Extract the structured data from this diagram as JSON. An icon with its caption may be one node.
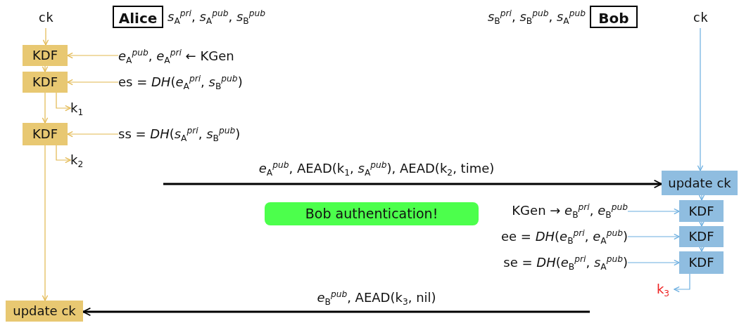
{
  "diagram": {
    "nodes": [
      {
        "text": [
          "ck"
        ]
      },
      {
        "text": [
          "Alice"
        ],
        "beside": [
          "*s*$_{A}$$^{pri}$, *s*$_{A}$$^{pub}$, *s*$_{B}$$^{pub}$"
        ]
      },
      {
        "text": [
          "KDF"
        ]
      },
      {
        "text": [
          "KDF"
        ]
      },
      {
        "text": [
          "KDF"
        ]
      },
      {
        "text": [
          "update ck"
        ]
      },
      {
        "text": [
          "*e*$_{A}$$^{pub}$, *e*$_{A}$$^{pri}$ ← KGen"
        ]
      },
      {
        "text": [
          "es = *DH*(*e*$_{A}$$^{pri}$, *s*$_{B}$$^{pub}$)"
        ]
      },
      {
        "text": [
          "k$_{1}$"
        ]
      },
      {
        "text": [
          "ss = *DH*(*s*$_{A}$$^{pri}$, *s*$_{B}$$^{pub}$)"
        ]
      },
      {
        "text": [
          "k$_{2}$"
        ]
      },
      {
        "text": [
          "Bob"
        ],
        "beside": [
          "*s*$_{B}$$^{pri}$, *s*$_{B}$$^{pub}$, *s*$_{A}$$^{pub}$"
        ]
      },
      {
        "text": [
          "ck"
        ]
      },
      {
        "text": [
          "update ck"
        ]
      },
      {
        "text": [
          "KDF"
        ]
      },
      {
        "text": [
          "KDF"
        ]
      },
      {
        "text": [
          "KDF"
        ]
      },
      {
        "text": [
          "KGen → *e*$_{B}$$^{pri}$, *e*$_{B}$$^{pub}$"
        ]
      },
      {
        "text": [
          "ee = *DH*(*e*$_{B}$$^{pri}$, *e*$_{A}$$^{pub}$)"
        ]
      },
      {
        "text": [
          "se = *DH*(*e*$_{B}$$^{pri}$, *s*$_{A}$$^{pub}$)"
        ]
      },
      {
        "text": [
          "k$_{3}$"
        ]
      },
      {
        "text": [
          "Bob authentication!"
        ]
      }
    ],
    "edges": [
      {
        "from": 0,
        "to": 2,
        "arrow": "to"
      },
      {
        "from": 6,
        "to": 2,
        "arrow": "to"
      },
      {
        "from": 2,
        "to": 3,
        "arrow": "to"
      },
      {
        "from": 7,
        "to": 3,
        "arrow": "to"
      },
      {
        "from": 3,
        "to": 8,
        "arrow": "to"
      },
      {
        "from": 3,
        "to": 4,
        "arrow": "to"
      },
      {
        "from": 9,
        "to": 4,
        "arrow": "to"
      },
      {
        "from": 4,
        "to": 10,
        "arrow": "to"
      },
      {
        "from": 4,
        "to": 5,
        "arrow": "to"
      },
      {
        "from": null,
        "to": 13,
        "arrow": "to",
        "label": "*e*$_{A}$$^{pub}$, AEAD(k$_{1}$, *s*$_{A}$$^{pub}$), AEAD(k$_{2}$, time)",
        "style": "thick",
        "color": "#000000"
      },
      {
        "from": 12,
        "to": 13,
        "arrow": "to",
        "color": "#6aaee0"
      },
      {
        "from": 13,
        "to": 14,
        "arrow": "to",
        "color": "#6aaee0"
      },
      {
        "from": 17,
        "to": 14,
        "arrow": "to",
        "color": "#6aaee0"
      },
      {
        "from": 14,
        "to": 15,
        "arrow": "to",
        "color": "#6aaee0"
      },
      {
        "from": 18,
        "to": 15,
        "arrow": "to",
        "color": "#6aaee0"
      },
      {
        "from": 15,
        "to": 16,
        "arrow": "to",
        "color": "#6aaee0"
      },
      {
        "from": 19,
        "to": 16,
        "arrow": "to",
        "color": "#6aaee0"
      },
      {
        "from": 16,
        "to": 20,
        "arrow": "to",
        "color": "#6aaee0"
      },
      {
        "from": null,
        "to": 5,
        "arrow": "to",
        "label": "*e*$_{B}$$^{pub}$, AEAD(k$_{3}$, nil)",
        "style": "thick",
        "color": "#000000"
      }
    ]
  }
}
